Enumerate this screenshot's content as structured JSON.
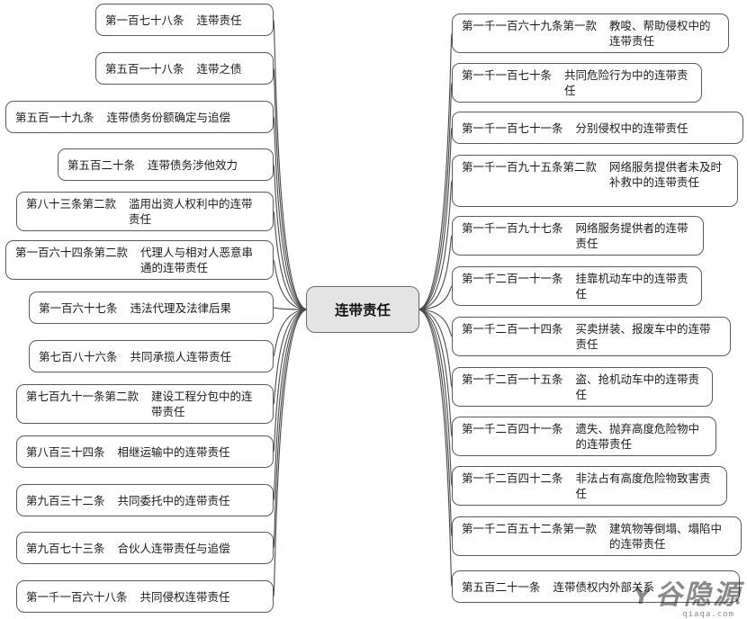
{
  "center": {
    "label": "连带责任"
  },
  "left_nodes": [
    {
      "code": "第一百七十八条",
      "name": "连带责任"
    },
    {
      "code": "第五百一十八条",
      "name": "连带之债"
    },
    {
      "code": "第五百一十九条",
      "name": "连带债务份额确定与追偿"
    },
    {
      "code": "第五百二十条",
      "name": "连带债务涉他效力"
    },
    {
      "code": "第八十三条第二款",
      "name": "滥用出资人权利中的连带责任"
    },
    {
      "code": "第一百六十四条第二款",
      "name": "代理人与相对人恶意串通的连带责任"
    },
    {
      "code": "第一百六十七条",
      "name": "违法代理及法律后果"
    },
    {
      "code": "第七百八十六条",
      "name": "共同承揽人连带责任"
    },
    {
      "code": "第七百九十一条第二款",
      "name": "建设工程分包中的连带责任"
    },
    {
      "code": "第八百三十四条",
      "name": "相继运输中的连带责任"
    },
    {
      "code": "第九百三十二条",
      "name": "共同委托中的连带责任"
    },
    {
      "code": "第九百七十三条",
      "name": "合伙人连带责任与追偿"
    },
    {
      "code": "第一千一百六十八条",
      "name": "共同侵权连带责任"
    }
  ],
  "right_nodes": [
    {
      "code": "第一千一百六十九条第一款",
      "name": "教唆、帮助侵权中的连带责任"
    },
    {
      "code": "第一千一百七十条",
      "name": "共同危险行为中的连带责任"
    },
    {
      "code": "第一千一百七十一条",
      "name": "分别侵权中的连带责任"
    },
    {
      "code": "第一千一百九十五条第二款",
      "name": "网络服务提供者未及时补救中的连带责任"
    },
    {
      "code": "第一千一百九十七条",
      "name": "网络服务提供者的连带责任"
    },
    {
      "code": "第一千二百一十一条",
      "name": "挂靠机动车中的连带责任"
    },
    {
      "code": "第一千二百一十四条",
      "name": "买卖拼装、报废车中的连带责任"
    },
    {
      "code": "第一千二百一十五条",
      "name": "盗、抢机动车中的连带责任"
    },
    {
      "code": "第一千二百四十一条",
      "name": "遗失、抛弃高度危险物中的连带责任"
    },
    {
      "code": "第一千二百四十二条",
      "name": "非法占有高度危险物致害责任"
    },
    {
      "code": "第一千二百五十二条第一款",
      "name": "建筑物等倒塌、塌陷中的连带责任"
    },
    {
      "code": "第五百二十一条",
      "name": "连带债权内外部关系"
    }
  ],
  "watermark": {
    "text": "ʏ谷隐源",
    "sub": "qiaqa.com"
  },
  "colors": {
    "border": "#5a5a5a",
    "edge": "#4a4a4a",
    "center_fill": "#e4e4e4",
    "background": "#ffffff"
  }
}
